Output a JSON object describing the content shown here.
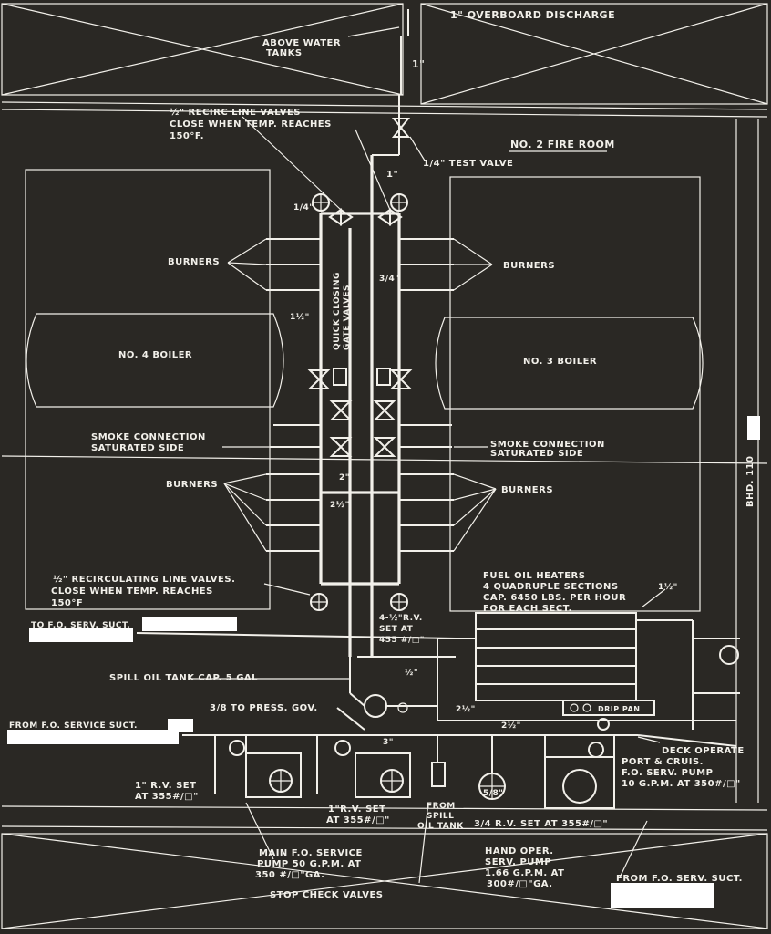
{
  "diagram": {
    "labels": {
      "overboard_discharge": "1\" OVERBOARD DISCHARGE",
      "above_water_tanks_1": "ABOVE WATER",
      "above_water_tanks_2": "TANKS",
      "size_1in_top": "1\"",
      "recirc_valves_1": "½\" RECIRC LINE VALVES",
      "recirc_valves_2": "CLOSE WHEN TEMP. REACHES",
      "recirc_valves_3": "150°F.",
      "test_valve": "1/4\" TEST VALVE",
      "fire_room": "NO. 2 FIRE ROOM",
      "size_1in_mid": "1\"",
      "burners_left_upper": "BURNERS",
      "burners_right_upper": "BURNERS",
      "quick_closing_1": "QUICK CLOSING",
      "quick_closing_2": "GATE VALVES",
      "boiler_4": "NO. 4 BOILER",
      "boiler_3": "NO. 3 BOILER",
      "smoke_left_1": "SMOKE CONNECTION",
      "smoke_left_2": "SATURATED SIDE",
      "smoke_right_1": "SMOKE CONNECTION",
      "smoke_right_2": "SATURATED SIDE",
      "burners_left_lower": "BURNERS",
      "burners_right_lower": "BURNERS",
      "bhd": "BHD. 110",
      "recirc_lower_1": "½\" RECIRCULATING LINE VALVES.",
      "recirc_lower_2": "CLOSE WHEN TEMP. REACHES",
      "recirc_lower_3": "150°F",
      "heaters_1": "FUEL OIL HEATERS",
      "heaters_2": "4 QUADRUPLE SECTIONS",
      "heaters_3": "CAP. 6450 LBS. PER HOUR",
      "heaters_4": "FOR EACH SECT.",
      "to_fo_serv": "TO F.O. SERV. SUCT.",
      "rv_set_455_1": "4-½\"R.V.",
      "rv_set_455_2": "SET AT",
      "rv_set_455_3": "455 #/□\"",
      "spill_tank": "SPILL OIL TANK CAP. 5 GAL",
      "press_gov": "3/8 TO PRESS. GOV.",
      "from_fo_serv": "FROM F.O. SERVICE SUCT.",
      "drip_pan": "DRIP PAN",
      "deck_operate": "DECK OPERATE",
      "port_pump_1": "PORT & CRUIS.",
      "port_pump_2": "F.O. SERV. PUMP",
      "port_pump_3": "10 G.P.M. AT 350#/□\"",
      "rv_355_left_1": "1\" R.V. SET",
      "rv_355_left_2": "AT 355#/□\"",
      "rv_355_mid_1": "1\"R.V. SET",
      "rv_355_mid_2": "AT 355#/□\"",
      "from_spill_1": "FROM",
      "from_spill_2": "SPILL",
      "from_spill_3": "OIL TANK",
      "rv_355_right": "3/4 R.V. SET AT 355#/□\"",
      "main_pump_1": "MAIN F.O. SERVICE",
      "main_pump_2": "PUMP 50 G.P.M. AT",
      "main_pump_3": "350 #/□\"GA.",
      "hand_pump_1": "HAND OPER.",
      "hand_pump_2": "SERV. PUMP",
      "hand_pump_3": "1.66 G.P.M. AT",
      "hand_pump_4": "300#/□\"GA.",
      "stop_check": "STOP CHECK VALVES",
      "from_fo_serv_bottom": "FROM F.O. SERV. SUCT."
    },
    "pipe_sizes": {
      "s_quarter": "1/4\"",
      "s_three_quarter": "3/4\"",
      "s_one_half": "1½\"",
      "s_two_half": "2½\"",
      "s_two": "2\"",
      "s_half": "½\"",
      "s_three": "3\"",
      "s_five_eighth": "5/8\"",
      "s_two_half_b": "2½\"",
      "s_two_half_c": "2½\"",
      "s_one_half_b": "1½\""
    }
  }
}
